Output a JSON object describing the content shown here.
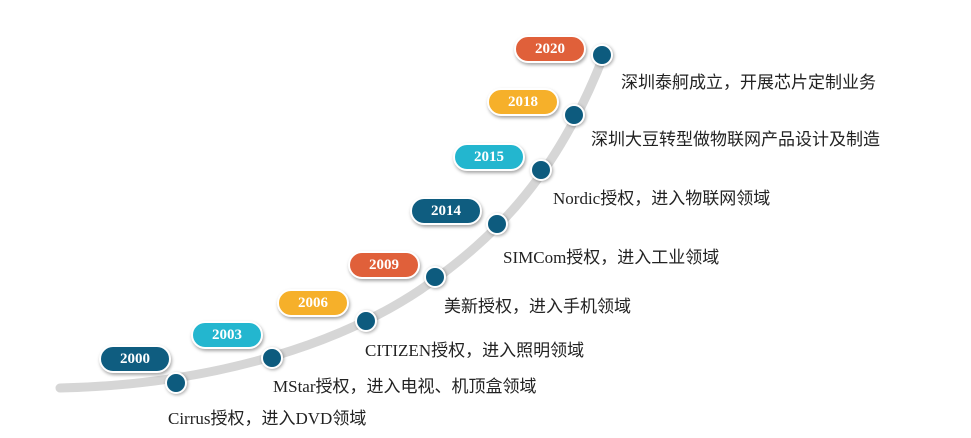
{
  "colors": {
    "dark_teal": "#0f5d80",
    "cyan": "#23b6cf",
    "orange": "#f6b02a",
    "red": "#e0603a",
    "dot": "#0d5b7e",
    "curve": "#d4d4d4"
  },
  "milestones": [
    {
      "year": "2000",
      "text": "Cirrus授权，进入DVD领域",
      "color": "#0f5d80"
    },
    {
      "year": "2003",
      "text": "MStar授权，进入电视、机顶盒领域",
      "color": "#23b6cf"
    },
    {
      "year": "2006",
      "text": "CITIZEN授权，进入照明领域",
      "color": "#f6b02a"
    },
    {
      "year": "2009",
      "text": "美新授权，进入手机领域",
      "color": "#e0603a"
    },
    {
      "year": "2014",
      "text": "SIMCom授权，进入工业领域",
      "color": "#0f5d80"
    },
    {
      "year": "2015",
      "text": "Nordic授权，进入物联网领域",
      "color": "#23b6cf"
    },
    {
      "year": "2018",
      "text": "深圳大豆转型做物联网产品设计及制造",
      "color": "#f6b02a"
    },
    {
      "year": "2020",
      "text": "深圳泰舸成立，开展芯片定制业务",
      "color": "#e0603a"
    }
  ]
}
